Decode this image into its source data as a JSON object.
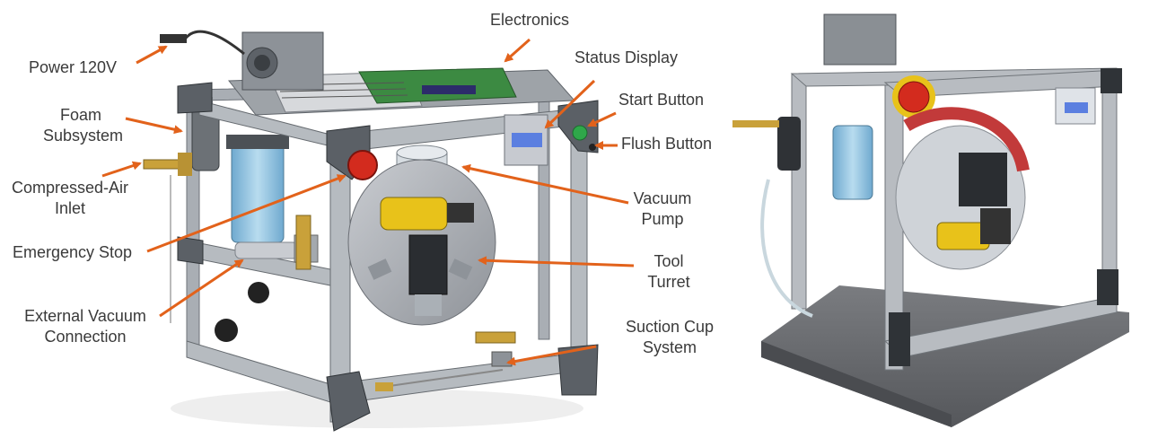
{
  "labels": {
    "electronics": "Electronics",
    "power": "Power 120V",
    "status_display": "Status Display",
    "foam_line1": "Foam",
    "foam_line2": "Subsystem",
    "start_button": "Start Button",
    "flush_button": "Flush Button",
    "air_line1": "Compressed-Air",
    "air_line2": "Inlet",
    "vacuum_pump_line1": "Vacuum",
    "vacuum_pump_line2": "Pump",
    "emergency_stop": "Emergency Stop",
    "tool_turret_line1": "Tool",
    "tool_turret_line2": "Turret",
    "ext_vacuum_line1": "External Vacuum",
    "ext_vacuum_line2": "Connection",
    "suction_line1": "Suction Cup",
    "suction_line2": "System"
  },
  "colors": {
    "arrow": "#e2621b",
    "label_text": "#3a3a3a",
    "frame": "#9aa0a6",
    "frame_dark": "#6e737a",
    "estop_red": "#d32b1e",
    "tool_yellow": "#e8c21a",
    "filter_blue": "#8fc3e0",
    "base_plate": "#6c6e72",
    "status_screen": "#5b7fe0",
    "start_green": "#2fa84a"
  }
}
